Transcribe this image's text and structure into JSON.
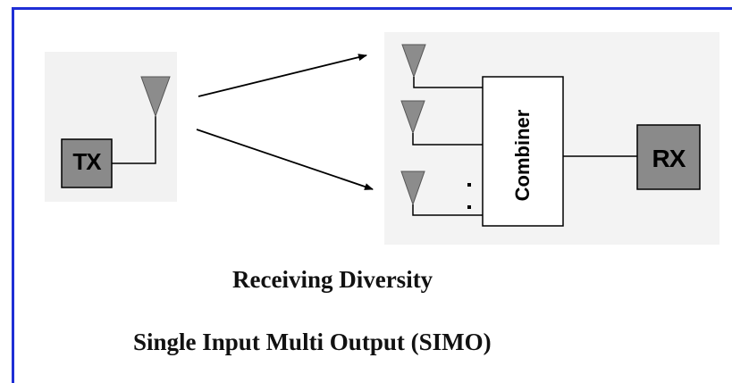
{
  "diagram": {
    "tx_label": "TX",
    "rx_label": "RX",
    "combiner_label": "Combiner",
    "title": "Receiving Diversity",
    "subtitle": "Single Input Multi Output (SIMO)"
  },
  "colors": {
    "frame": "#1f2fd6",
    "box_fill": "#8a8a8a",
    "antenna": "#8c8c8c",
    "panel": "#f2f2f2"
  }
}
